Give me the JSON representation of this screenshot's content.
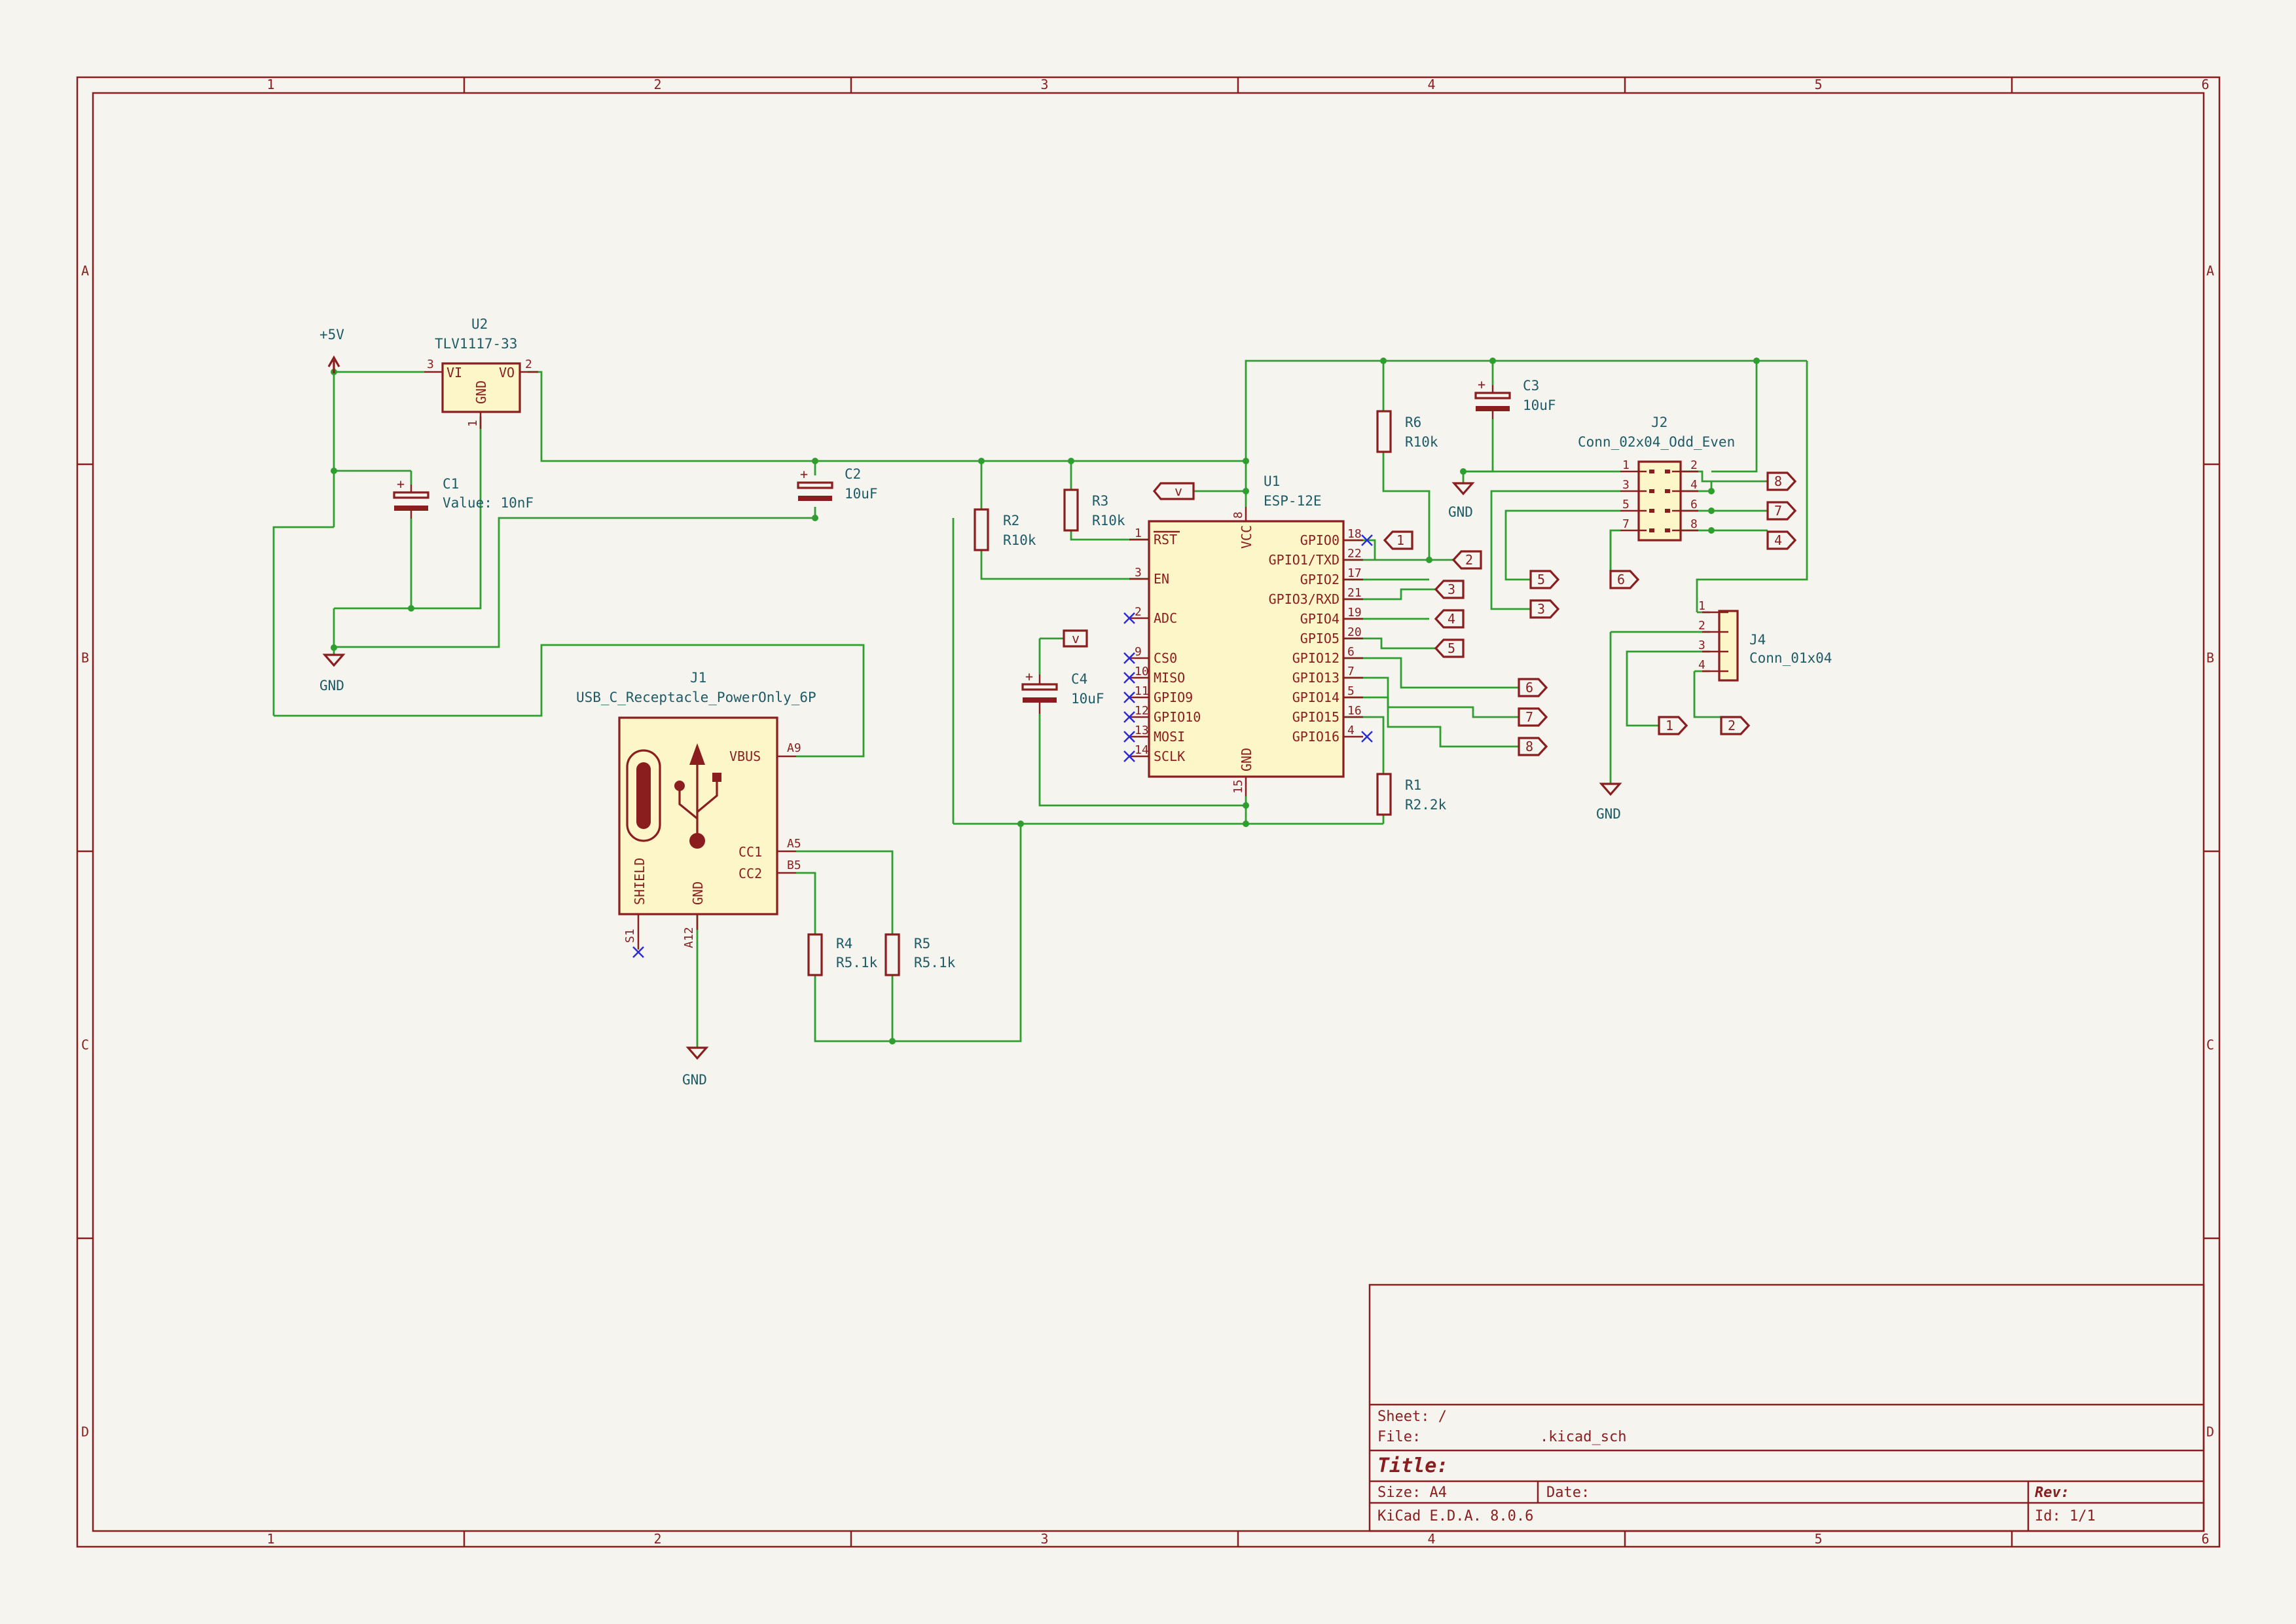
{
  "frame": {
    "columns": [
      "1",
      "2",
      "3",
      "4",
      "5",
      "6"
    ],
    "rows": [
      "A",
      "B",
      "C",
      "D"
    ]
  },
  "components": {
    "u2": {
      "ref": "U2",
      "value": "TLV1117-33",
      "pin_vi": "VI",
      "pin_vo": "VO",
      "pin_gnd": "GND",
      "pin3": "3",
      "pin2": "2",
      "pin1": "1"
    },
    "c1": {
      "ref": "C1",
      "value": "Value: 10nF"
    },
    "c2": {
      "ref": "C2",
      "value": "10uF"
    },
    "c3": {
      "ref": "C3",
      "value": "10uF"
    },
    "c4": {
      "ref": "C4",
      "value": "10uF"
    },
    "r1": {
      "ref": "R1",
      "value": "R2.2k"
    },
    "r2": {
      "ref": "R2",
      "value": "R10k"
    },
    "r3": {
      "ref": "R3",
      "value": "R10k"
    },
    "r4": {
      "ref": "R4",
      "value": "R5.1k"
    },
    "r5": {
      "ref": "R5",
      "value": "R5.1k"
    },
    "r6": {
      "ref": "R6",
      "value": "R10k"
    },
    "u1": {
      "ref": "U1",
      "value": "ESP-12E",
      "vcc": "VCC",
      "gnd": "GND",
      "gnd_num": "15",
      "vcc_num": "8",
      "left_pins": [
        {
          "num": "1",
          "name": "RST"
        },
        {
          "num": "3",
          "name": "EN"
        },
        {
          "num": "2",
          "name": "ADC"
        },
        {
          "num": "9",
          "name": "CS0"
        },
        {
          "num": "10",
          "name": "MISO"
        },
        {
          "num": "11",
          "name": "GPIO9"
        },
        {
          "num": "12",
          "name": "GPIO10"
        },
        {
          "num": "13",
          "name": "MOSI"
        },
        {
          "num": "14",
          "name": "SCLK"
        }
      ],
      "right_pins": [
        {
          "num": "18",
          "name": "GPIO0"
        },
        {
          "num": "22",
          "name": "GPIO1/TXD"
        },
        {
          "num": "17",
          "name": "GPIO2"
        },
        {
          "num": "21",
          "name": "GPIO3/RXD"
        },
        {
          "num": "19",
          "name": "GPIO4"
        },
        {
          "num": "20",
          "name": "GPIO5"
        },
        {
          "num": "6",
          "name": "GPIO12"
        },
        {
          "num": "7",
          "name": "GPIO13"
        },
        {
          "num": "5",
          "name": "GPIO14"
        },
        {
          "num": "16",
          "name": "GPIO15"
        },
        {
          "num": "4",
          "name": "GPIO16"
        }
      ]
    },
    "j1": {
      "ref": "J1",
      "value": "USB_C_Receptacle_PowerOnly_6P",
      "vbus": "VBUS",
      "cc1": "CC1",
      "cc2": "CC2",
      "shield": "SHIELD",
      "gnd": "GND",
      "a9": "A9",
      "a5": "A5",
      "b5": "B5",
      "s1": "S1",
      "a12": "A12"
    },
    "j2": {
      "ref": "J2",
      "value": "Conn_02x04_Odd_Even",
      "pins": [
        "1",
        "2",
        "3",
        "4",
        "5",
        "6",
        "7",
        "8"
      ]
    },
    "j4": {
      "ref": "J4",
      "value": "Conn_01x04",
      "pins": [
        "1",
        "2",
        "3",
        "4"
      ]
    }
  },
  "power": {
    "p5v": "+5V",
    "gnd": "GND"
  },
  "net_labels": {
    "v": "v",
    "n1": "1",
    "n2": "2",
    "n3": "3",
    "n4": "4",
    "n5": "5",
    "n6": "6",
    "n7": "7",
    "n8": "8"
  },
  "title_block": {
    "sheet": "Sheet: /",
    "file_label": "File:",
    "file_value": ".kicad_sch",
    "title": "Title:",
    "size": "Size: A4",
    "date": "Date:",
    "rev": "Rev:",
    "tool": "KiCad E.D.A. 8.0.6",
    "id": "Id: 1/1"
  },
  "colors": {
    "frame": "#8a1d1d",
    "wire": "#2e9e2e",
    "body_fill": "#fdf6c8",
    "text_ref": "#1e5b66",
    "no_connect": "#2b2bd9",
    "background": "#f5f4ef"
  }
}
